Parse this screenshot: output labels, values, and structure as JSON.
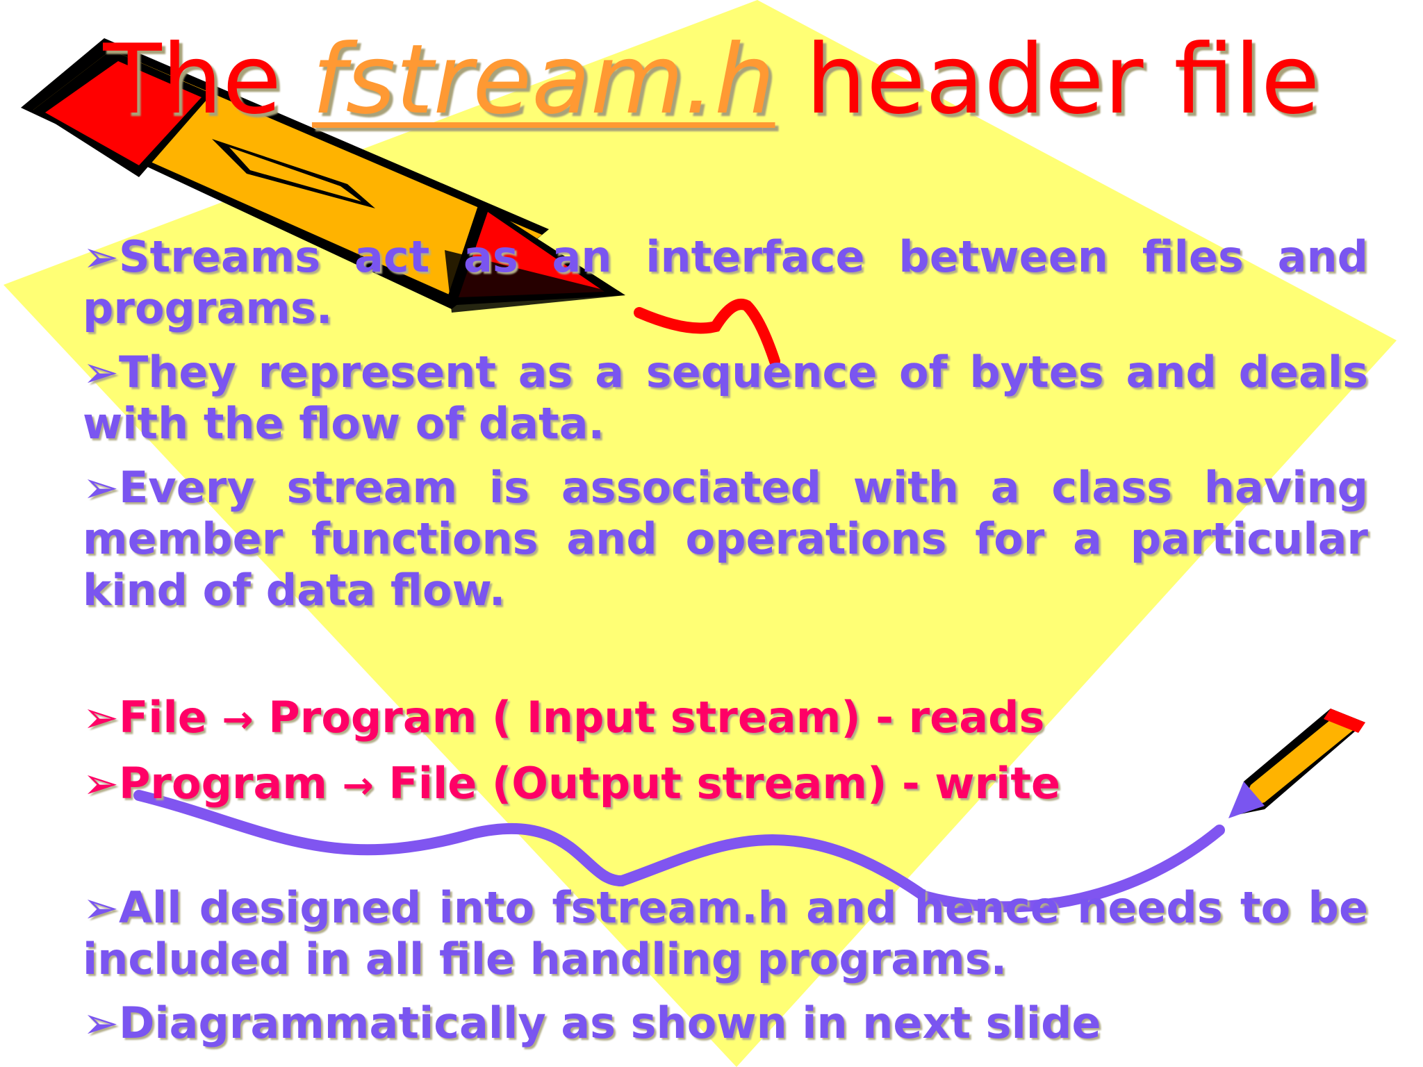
{
  "title": {
    "prefix": "The ",
    "filename": "fstream.h",
    "suffix": " header file"
  },
  "bullet_glyph": "➢",
  "arrow_glyph": "→",
  "bullets_top": [
    "Streams act as an interface between files and programs.",
    "They represent as a sequence of bytes and deals with the flow of data.",
    "Every stream is associated with a class having member functions and operations for a particular kind of data flow."
  ],
  "flow_lines": [
    {
      "left": "File",
      "right": "Program ( Input stream)  - reads"
    },
    {
      "left": "Program",
      "right": "File (Output stream) - write"
    }
  ],
  "bullets_bottom": [
    "All designed into fstream.h and hence needs to be included in all file handling programs.",
    "Diagrammatically as shown in next slide"
  ],
  "colors": {
    "title": "#ff0000",
    "title_filename": "#ff9933",
    "body_text": "#7a55f0",
    "flow_text": "#ff0066",
    "diamond": "#ffff66",
    "pencil_body": "#ffb300",
    "pencil_band": "#ff0000"
  }
}
